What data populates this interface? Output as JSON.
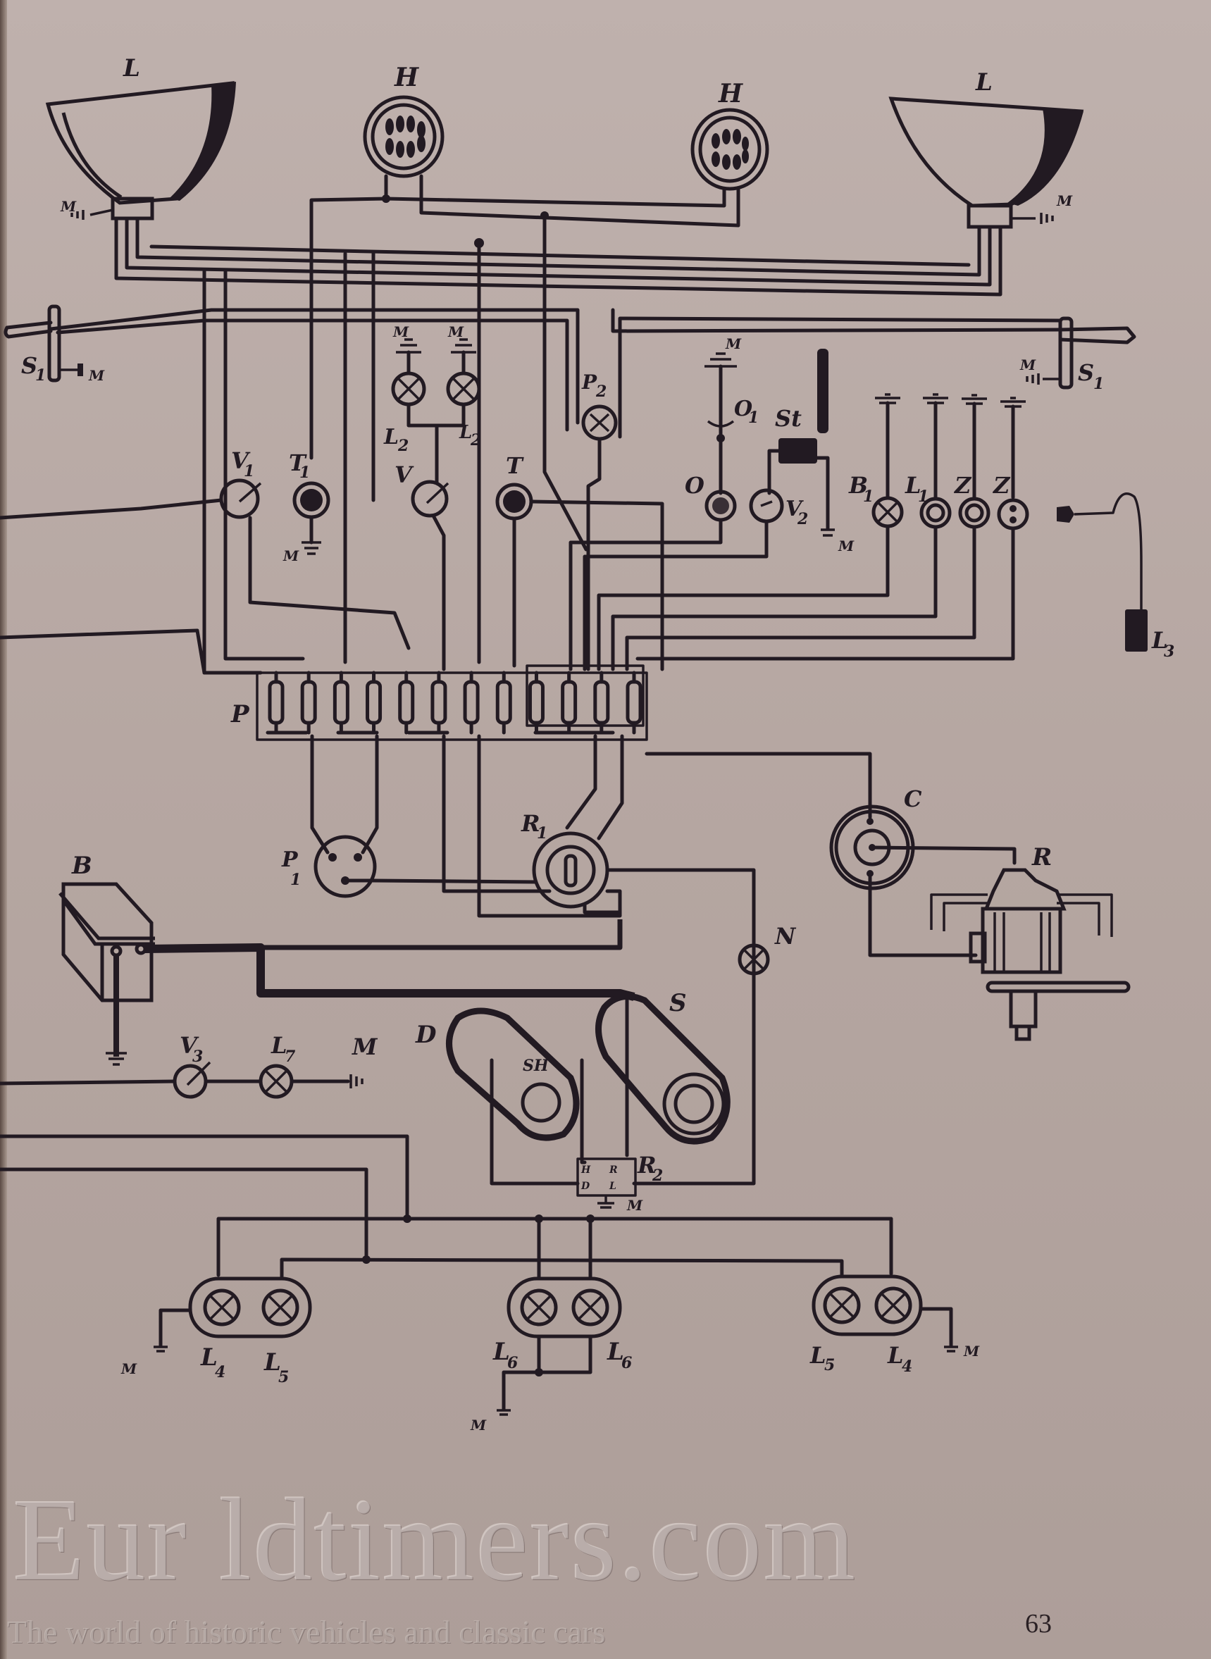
{
  "document": {
    "type": "wiring diagram",
    "page_number": "63"
  },
  "watermark": {
    "site": "Eur   ldtimers.com",
    "tagline": "The world of historic vehicles and classic cars"
  },
  "labels": {
    "headlamp_left": "L",
    "headlamp_right": "L",
    "horn_left": "H",
    "horn_right": "H",
    "indicator_left": "S",
    "indicator_left_sub": "1",
    "indicator_right": "S",
    "indicator_right_sub": "1",
    "mass_short": "M",
    "lamp_l2_a": "L",
    "lamp_l2_a_sub": "2",
    "lamp_l2_b": "L",
    "lamp_l2_b_sub": "2",
    "v1": "V",
    "v1_sub": "1",
    "t1": "T",
    "t1_sub": "1",
    "v": "V",
    "t": "T",
    "p2": "P",
    "p2_sub": "2",
    "o1": "O",
    "o1_sub": "1",
    "o": "O",
    "st": "St",
    "v2": "V",
    "v2_sub": "2",
    "b1": "B",
    "b1_sub": "1",
    "l1": "L",
    "l1_sub": "1",
    "z_a": "Z",
    "z_b": "Z",
    "l3": "L",
    "l3_sub": "3",
    "p": "P",
    "p1": "P",
    "p1_sub": "1",
    "r1": "R",
    "r1_sub": "1",
    "c": "C",
    "r": "R",
    "b": "B",
    "n": "N",
    "s": "S",
    "d": "D",
    "dh": "SH",
    "r2": "R",
    "r2_sub": "2",
    "r2_terminals": [
      "H",
      "R",
      "D",
      "L"
    ],
    "v3": "V",
    "v3_sub": "3",
    "l7": "L",
    "l7_sub": "7",
    "m": "M",
    "l4_left": "L",
    "l4_left_sub": "4",
    "l5_left": "L",
    "l5_left_sub": "5",
    "l6_left": "L",
    "l6_left_sub": "6",
    "l6_right": "L",
    "l6_right_sub": "6",
    "l5_right": "L",
    "l5_right_sub": "5",
    "l4_right": "L",
    "l4_right_sub": "4"
  },
  "fuse_block": {
    "fuse_count": 12
  }
}
